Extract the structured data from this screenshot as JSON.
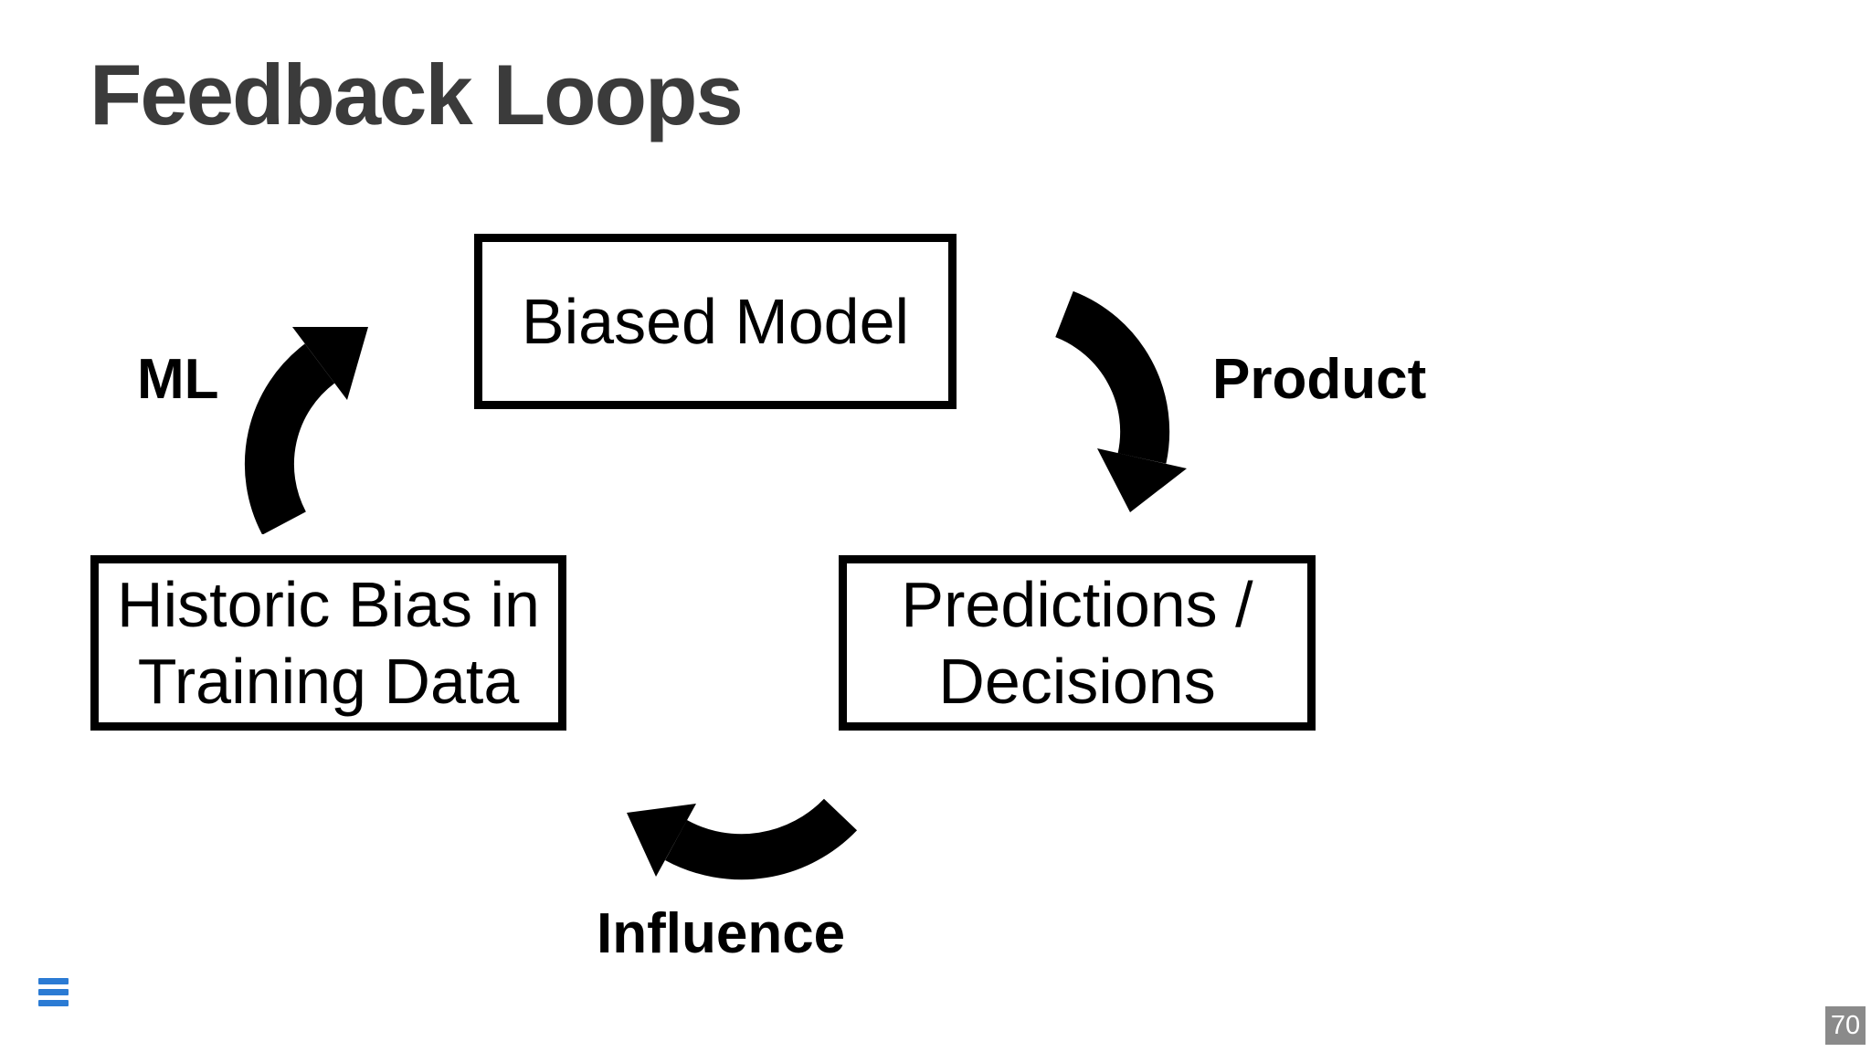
{
  "slide": {
    "title": "Feedback Loops",
    "title_color": "#3b3b3b",
    "background_color": "#ffffff"
  },
  "diagram": {
    "arrow_color": "#000000",
    "box_border_color": "#000000",
    "nodes": [
      {
        "id": "biased-model",
        "label": "Biased Model"
      },
      {
        "id": "historic-bias",
        "label": "Historic Bias in Training Data"
      },
      {
        "id": "predictions-decisions",
        "label": "Predictions / Decisions"
      }
    ],
    "edges": [
      {
        "id": "ml",
        "label": "ML",
        "from": "historic-bias",
        "to": "biased-model",
        "shape": "curved-arrow-up-right"
      },
      {
        "id": "product",
        "label": "Product",
        "from": "biased-model",
        "to": "predictions-decisions",
        "shape": "curved-arrow-down-left"
      },
      {
        "id": "influence",
        "label": "Influence",
        "from": "predictions-decisions",
        "to": "historic-bias",
        "shape": "curved-arrow-up-left"
      }
    ]
  },
  "chrome": {
    "menu_icon": "hamburger-icon",
    "menu_icon_color": "#2b7bd4",
    "page_badge": {
      "text": "70",
      "background": "#8a8a8a",
      "color": "#ffffff"
    }
  }
}
